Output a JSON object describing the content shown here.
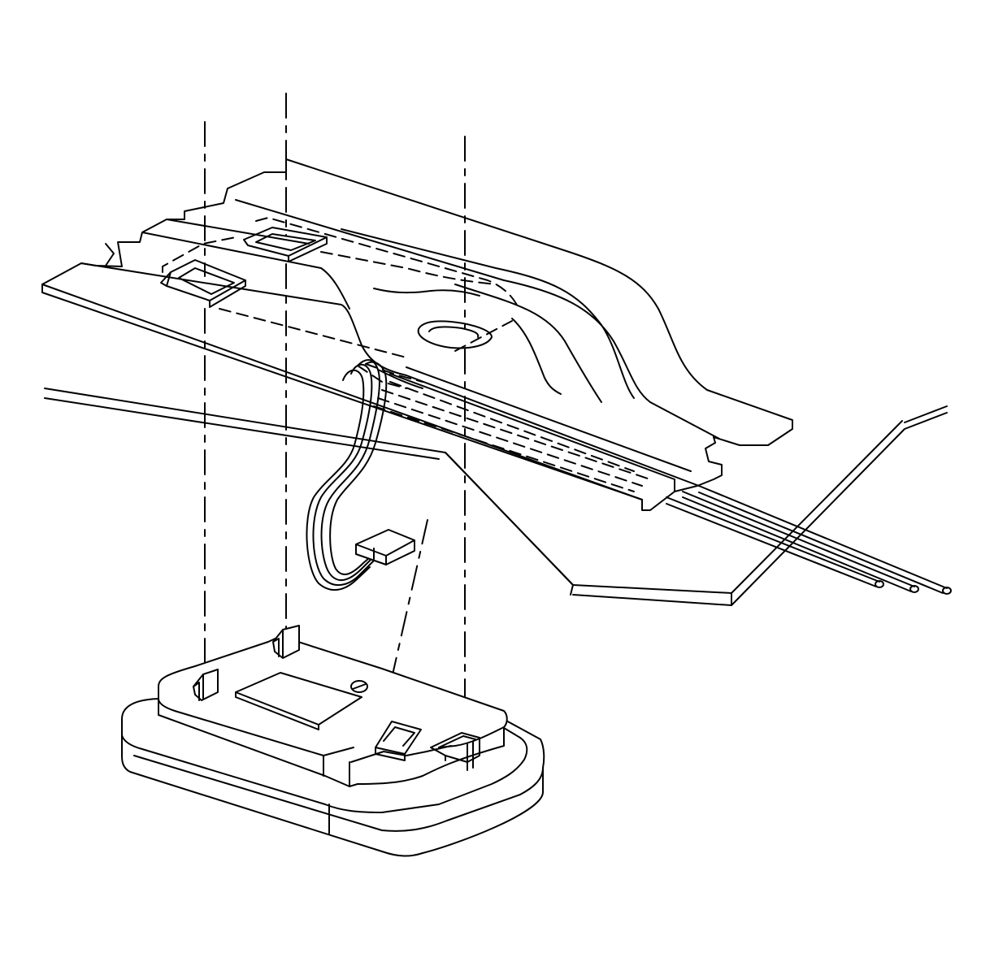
{
  "diagram": {
    "stroke_color": "#000000",
    "background_color": "#ffffff",
    "parts": [
      "floor-panel-bracket",
      "mounting-slots",
      "wiring-harness",
      "harness-connector",
      "module-housing",
      "module-mounting-tabs",
      "alignment-guide-lines"
    ]
  }
}
